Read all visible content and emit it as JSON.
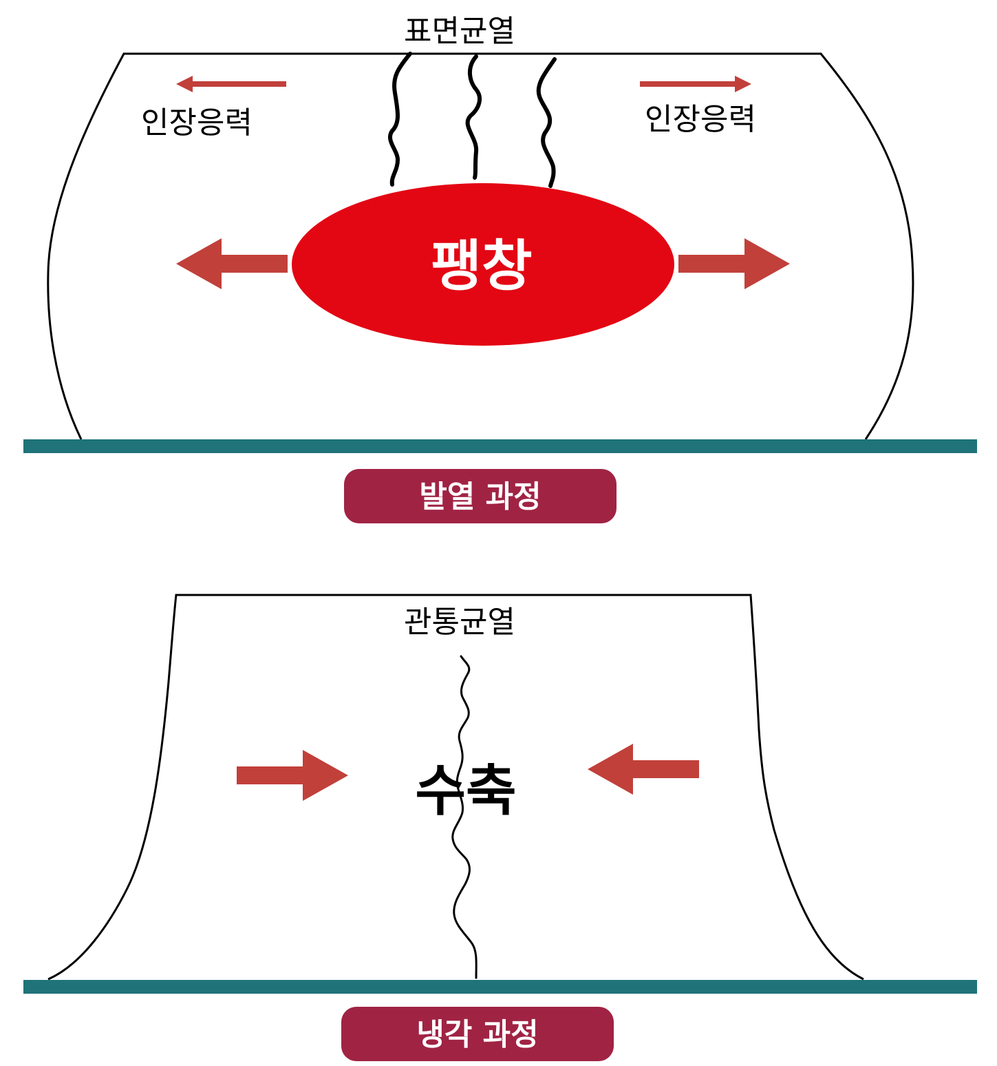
{
  "colors": {
    "ground": "#1f7379",
    "arrow": "#c1403a",
    "blob": "#e30613",
    "badge": "#a02344",
    "outline": "#000000",
    "badge_text": "#ffffff"
  },
  "heating": {
    "crack_label": "표면균열",
    "stress_left": "인장응력",
    "stress_right": "인장응력",
    "core_label": "팽창",
    "badge": "발열 과정"
  },
  "cooling": {
    "crack_label": "관통균열",
    "core_label": "수축",
    "badge": "냉각 과정"
  }
}
